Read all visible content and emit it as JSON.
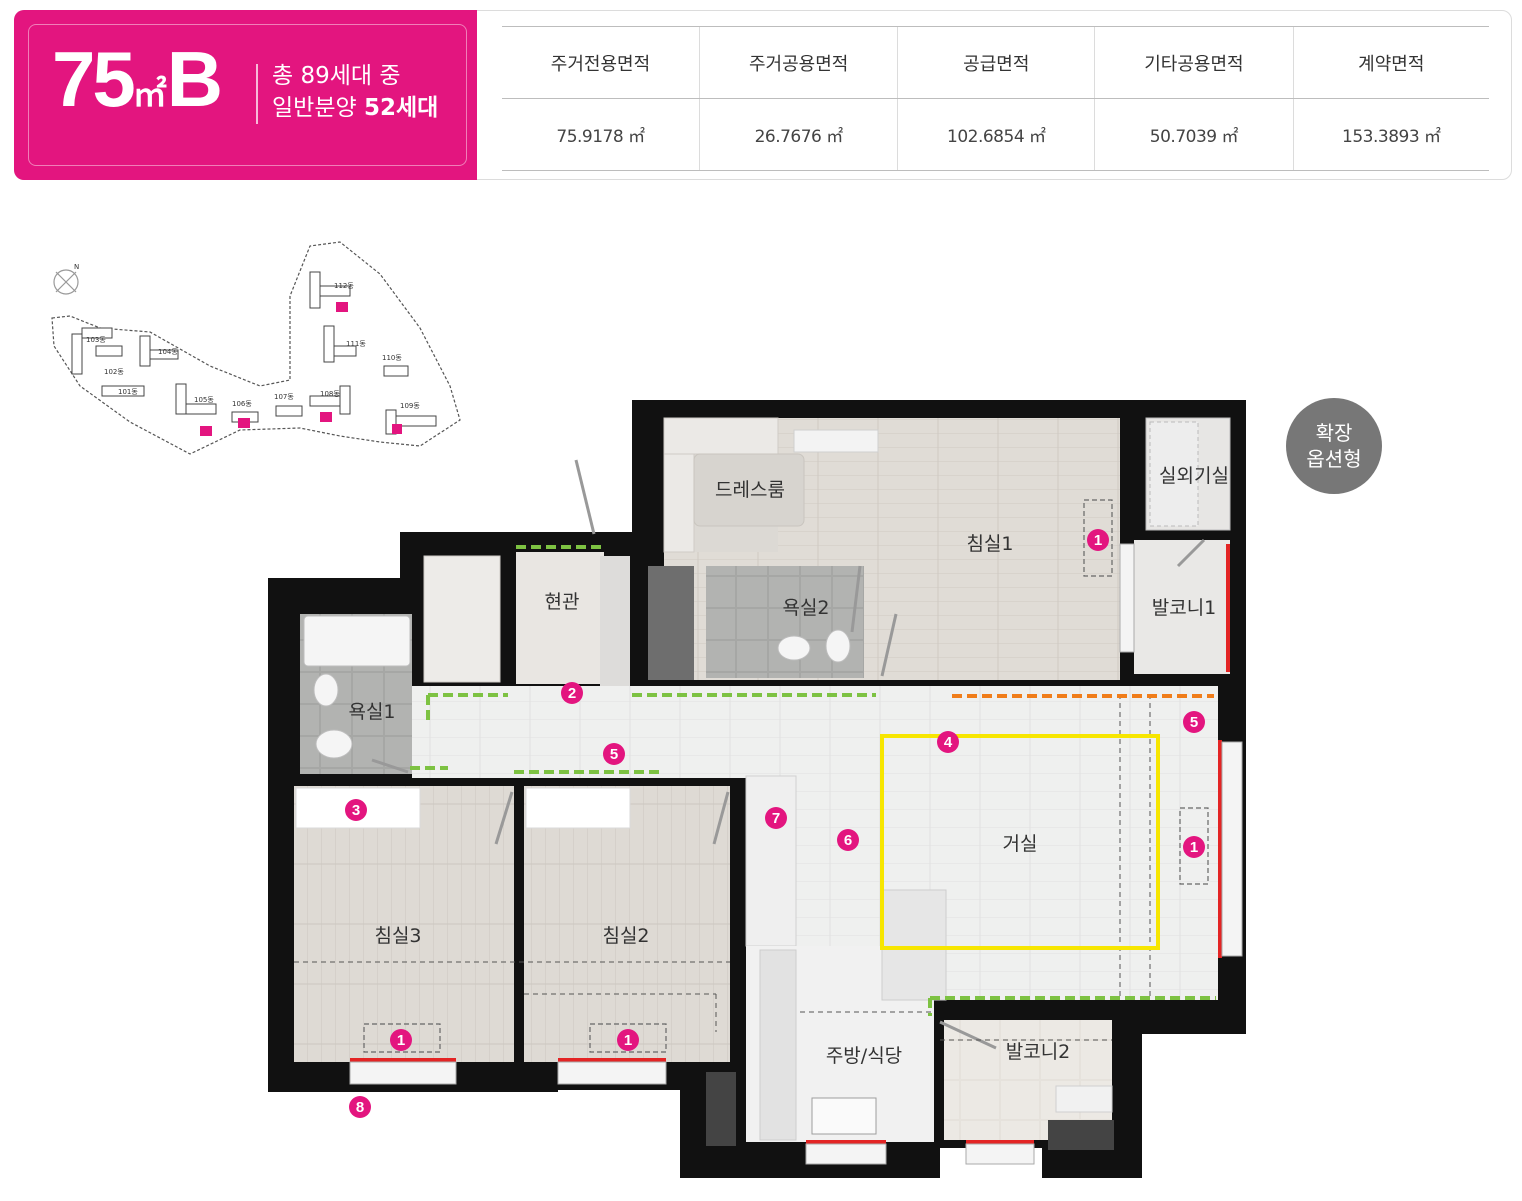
{
  "header": {
    "type_code": "75",
    "type_unit": "㎡",
    "type_letter": "B",
    "total_units_line": "총 89세대 중",
    "general_sale_prefix": "일반분양 ",
    "general_sale_units": "52세대"
  },
  "area_table": {
    "columns": [
      "주거전용면적",
      "주거공용면적",
      "공급면적",
      "기타공용면적",
      "계약면적"
    ],
    "values": [
      "75.9178 ㎡",
      "26.7676 ㎡",
      "102.6854 ㎡",
      "50.7039 ㎡",
      "153.3893 ㎡"
    ]
  },
  "site_map": {
    "north_label": "N",
    "buildings": [
      "103동",
      "104동",
      "102동",
      "101동",
      "105동",
      "106동",
      "107동",
      "108동",
      "112동",
      "111동",
      "110동",
      "109동"
    ]
  },
  "badge": {
    "line1": "확장",
    "line2": "옵션형"
  },
  "rooms": {
    "dressroom": "드레스룸",
    "bedroom1": "침실1",
    "outdoor_unit": "실외기실",
    "balcony1": "발코니1",
    "entrance": "현관",
    "bath2": "욕실2",
    "bath1": "욕실1",
    "living": "거실",
    "bedroom3": "침실3",
    "bedroom2": "침실2",
    "kitchen": "주방/식당",
    "balcony2": "발코니2"
  },
  "markers": [
    "1",
    "2",
    "3",
    "4",
    "5",
    "6",
    "7",
    "8"
  ],
  "colors": {
    "brand": "#e3157f",
    "marker": "#e3157f",
    "wall": "#111111",
    "yellow_zone": "#f7e600",
    "green_dash": "#7dc242",
    "orange_dash": "#f07d1a",
    "red_window": "#e32424",
    "badge": "#777777"
  }
}
